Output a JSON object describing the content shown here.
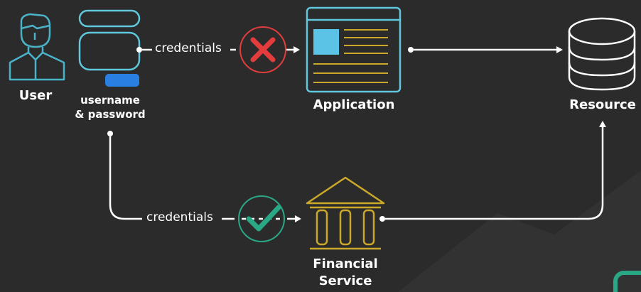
{
  "nodes": {
    "user": {
      "label": "User",
      "icon": "user-icon"
    },
    "credentials_form": {
      "label_line1": "username",
      "label_line2": "& password",
      "icon": "login-form-icon"
    },
    "application": {
      "label": "Application",
      "icon": "application-window-icon"
    },
    "resource": {
      "label": "Resource",
      "icon": "database-icon"
    },
    "financial_service": {
      "label_line1": "Financial",
      "label_line2": "Service",
      "icon": "bank-icon"
    }
  },
  "flows": {
    "top": {
      "label": "credentials",
      "status_icon": "cross-icon"
    },
    "bottom": {
      "label": "credentials",
      "status_icon": "check-icon"
    }
  },
  "colors": {
    "background": "#2b2b2b",
    "outline_cyan": "#5fc8dc",
    "form_blue": "#2a7fe3",
    "app_panel": "#5bc4e6",
    "app_lines": "#c9a82a",
    "bank_gold": "#c9a82a",
    "reject_red": "#e23c3c",
    "accept_green": "#2aa886",
    "arrow_white": "#ffffff",
    "user_cyan": "#4ab3c9"
  }
}
